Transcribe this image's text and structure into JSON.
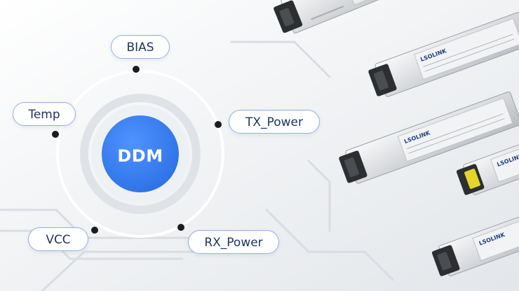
{
  "center": {
    "label": "DDM"
  },
  "nodes": [
    {
      "id": "bias",
      "label": "BIAS"
    },
    {
      "id": "temp",
      "label": "Temp"
    },
    {
      "id": "tx-power",
      "label": "TX_Power"
    },
    {
      "id": "vcc",
      "label": "VCC"
    },
    {
      "id": "rx-power",
      "label": "RX_Power"
    }
  ],
  "modules": [
    {
      "brand": "LSOLINK"
    },
    {
      "brand": "LSOLINK"
    },
    {
      "brand": "LSOLINK"
    },
    {
      "brand": "LSOLINK"
    }
  ],
  "colors": {
    "center": "#3a7fee",
    "label_border": "#8fb2e3",
    "label_text": "#1c3458",
    "dot": "#1d1d1d"
  }
}
